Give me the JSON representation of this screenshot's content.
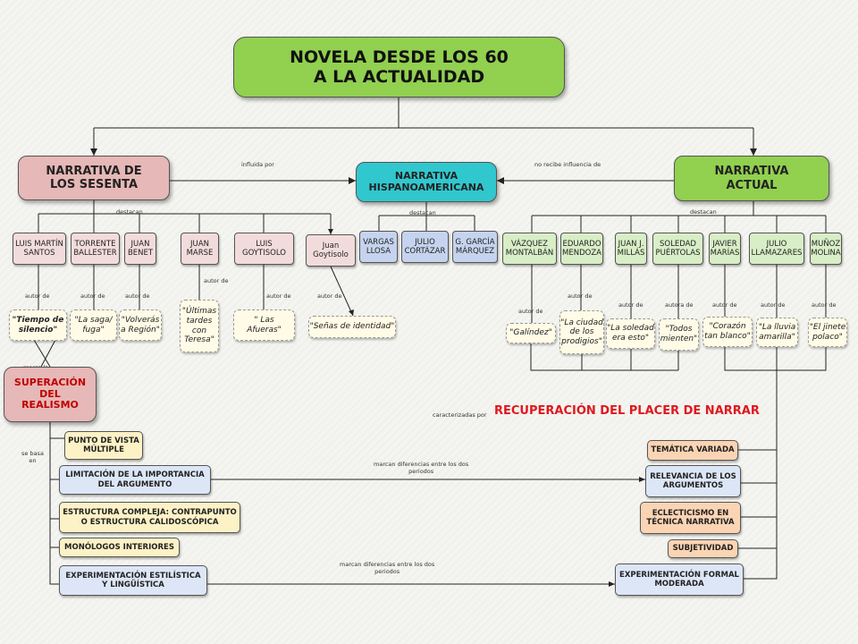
{
  "title": "NOVELA DESDE LOS 60\nA LA ACTUALIDAD",
  "branches": {
    "sesenta": "NARRATIVA DE\nLOS SESENTA",
    "hispano": "NARRATIVA\nHISPANOAMERICANA",
    "actual": "NARRATIVA\nACTUAL"
  },
  "relations": {
    "influida_por": "influida por",
    "no_recibe": "no recibe influencia de",
    "destacan": "destacan",
    "autor_de": "autor de",
    "autora_de": "autora de",
    "marca": "marca la",
    "se_basa": "se basa\nen",
    "caracterizadas": "caracterizadas por",
    "marcan": "marcan diferencias entre los dos\nperiodos"
  },
  "authors_sesenta": [
    "LUIS MARTÍN\nSANTOS",
    "TORRENTE\nBALLESTER",
    "JUAN\nBENET",
    "JUAN\nMARSE",
    "LUIS\nGOYTISOLO",
    "Juan\nGoytisolo"
  ],
  "authors_hispano": [
    "VARGAS\nLLOSA",
    "JULIO\nCORTÁZAR",
    "G. GARCÍA\nMÁRQUEZ"
  ],
  "authors_actual": [
    "VÁZQUEZ\nMONTALBÁN",
    "EDUARDO\nMENDOZA",
    "JUAN J.\nMILLÁS",
    "SOLEDAD\nPUÉRTOLAS",
    "JAVIER\nMARÍAS",
    "JULIO\nLLAMAZARES",
    "MUÑOZ\nMOLINA"
  ],
  "works_sesenta": [
    "\"Tiempo de\nsilencio\"",
    "\"La saga/\nfuga\"",
    "\"Volverás\na Región\"",
    "\"Últimas\ntardes\ncon\nTeresa\"",
    "\" Las\nAfueras\"",
    "\"Señas de identidad\""
  ],
  "works_actual": [
    "\"Galíndez\"",
    "\"La ciudad\nde los\nprodigios\"",
    "\"La soledad\nera esto\"",
    "\"Todos\nmienten\"",
    "\"Corazón\ntan blanco\"",
    "\"La lluvia\namarilla\"",
    "\"El jinete\npolaco\""
  ],
  "superacion": "SUPERACIÓN\nDEL\nREALISMO",
  "recuperacion": "RECUPERACIÓN DEL PLACER DE NARRAR",
  "features_sesenta": [
    "PUNTO DE VISTA\nMÚLTIPLE",
    "LIMITACIÓN DE LA IMPORTANCIA\nDEL ARGUMENTO",
    "ESTRUCTURA COMPLEJA: CONTRAPUNTO\nO ESTRUCTURA CALIDOSCÓPICA",
    "MONÓLOGOS INTERIORES",
    "EXPERIMENTACIÓN ESTILÍSTICA\nY LINGÜÍSTICA"
  ],
  "features_actual": [
    "TEMÁTICA VARIADA",
    "RELEVANCIA DE LOS\nARGUMENTOS",
    "ECLECTICISMO EN\nTÉCNICA NARRATIVA",
    "SUBJETIVIDAD",
    "EXPERIMENTACIÓN FORMAL\nMODERADA"
  ]
}
